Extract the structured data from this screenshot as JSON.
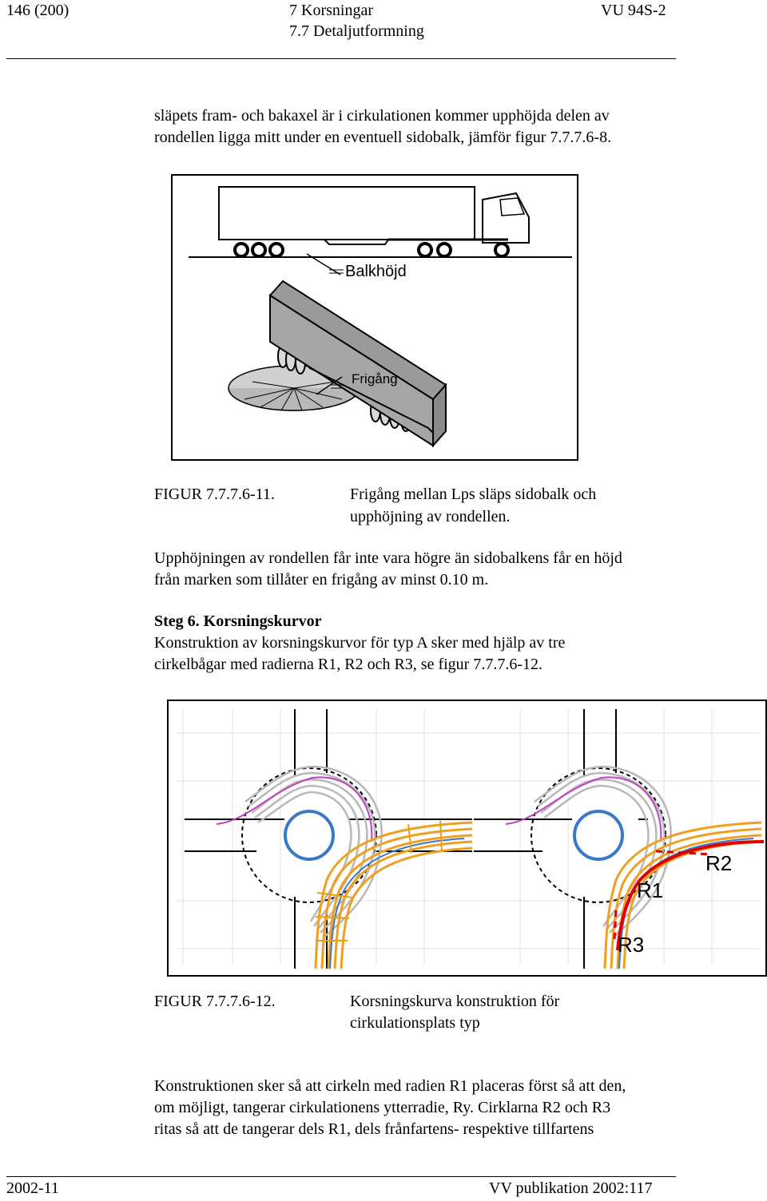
{
  "header": {
    "page_number": "146 (200)",
    "chapter": "7 Korsningar",
    "section": "7.7 Detaljutformning",
    "doc_id": "VU 94S-2"
  },
  "intro_paragraph": [
    "släpets fram- och bakaxel är i cirkulationen kommer upphöjda delen av",
    "rondellen ligga mitt under en eventuell sidobalk, jämför figur 7.7.7.6-8."
  ],
  "figure1": {
    "label_balkhojd": "Balkhöjd",
    "label_frigang": "Frigång",
    "caption_number": "FIGUR 7.7.7.6-11.",
    "caption_lines": [
      "Frigång mellan Lps släps sidobalk och",
      "upphöjning av rondellen."
    ]
  },
  "paragraph2": [
    "Upphöjningen av rondellen får inte vara högre än sidobalkens får en höjd",
    "från marken som tillåter en frigång av minst 0.10 m."
  ],
  "step6": {
    "heading": "Steg 6. Korsningskurvor",
    "lines": [
      "Konstruktion av korsningskurvor för typ A sker med hjälp av tre",
      "cirkelbågar med radierna R1, R2 och R3, se figur 7.7.7.6-12."
    ]
  },
  "figure2": {
    "label_r1": "R1",
    "label_r2": "R2",
    "label_r3": "R3",
    "caption_number": "FIGUR 7.7.7.6-12.",
    "caption_lines": [
      "Korsningskurva konstruktion  för",
      "cirkulationsplats typ"
    ]
  },
  "paragraph3": [
    "Konstruktionen sker så att cirkeln med radien R1 placeras först så att den,",
    "om möjligt, tangerar cirkulationens ytterradie, Ry. Cirklarna R2 och R3",
    "ritas så att de tangerar dels R1, dels frånfartens- respektive tillfartens"
  ],
  "footer": {
    "date": "2002-11",
    "publication": "VV publikation 2002:117"
  },
  "colors": {
    "orange_tracks": "#f0a020",
    "gray_tracks": "#b8b8b8",
    "blue_circle": "#3a78c8",
    "magenta_path": "#c040c0",
    "red_curve": "#e00000"
  }
}
